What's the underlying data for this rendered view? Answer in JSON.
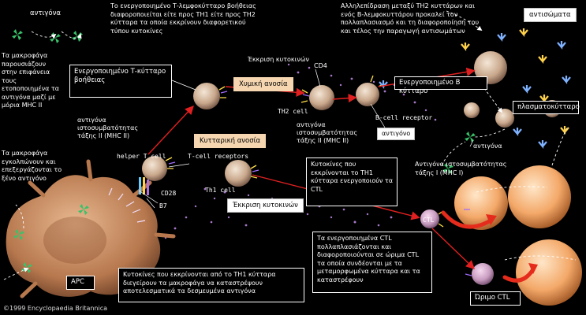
{
  "labels": {
    "antigen_top": "αντιγόνα",
    "antibodies": "αντισώματα",
    "activated_helper_t": "Ενεργοποιημένο Τ-κύτταρο βοήθειας",
    "cytokine_secretion": "Έκκριση κυτοκινών",
    "cd4": "CD4",
    "humoral_immunity": "Χυμική ανοσία",
    "activated_b_cell": "Ενεργοποιημένο Β κύτταρο",
    "plasma_cell": "πλασματοκύτταρο",
    "th2_cell": "TH2 cell",
    "b_cell_receptor": "B-cell receptor",
    "antigen_box": "αντιγόνο",
    "mhc_ii_right": "αντιγόνα ιστοσυμβατότητας τάξης ΙΙ (MHC II)",
    "mhc_ii_left": "αντιγόνα ιστοσυμβατότητας τάξης ΙΙ (MHC II)",
    "cellular_immunity": "Κυτταρική ανοσία",
    "helper_t_cell": "helper T cell",
    "t_cell_receptors": "T-cell receptors",
    "cd28": "CD28",
    "b7": "B7",
    "th1_cell": "Th1 cell",
    "cytokine_secretion_box": "Έκκριση κυτοκινών",
    "antigen_right": "αντιγόνα",
    "mhc_i": "Αντιγόνα ιστοσυμβατότητας τάξης Ι (MHC I)",
    "ctl": "CTL",
    "mature_ctl": "Ώριμο CTL",
    "apc": "APC"
  },
  "descriptions": {
    "helper_differentiation": "Το ενεργοποιημένο Τ-λεμφοκύτταρο βοήθειας διαφοροποιείται είτε προς TH1 είτε προς TH2 κύτταρα τα οποία εκκρίνουν διαφορετικού τύπου κυτοκίνες",
    "th2_b_interaction": "Αλληλεπίδραση μεταξύ TH2 κυττάρων και ενός Β-λεμφοκυττάρου προκαλεί τον πολλαπλασιασμό και τη διαφοροποίηση του και τέλος την παραγωγή αντισωμάτων",
    "macrophage_present": "Τα μακροφάγα παρουσιάζουν στην επιφάνεια τους ετοποποιημένα τα αντιγόνα μαζί με μόρια MHC II",
    "macrophage_engulf": "Τα μακροφάγα εγκολπώνουν και επεξεργάζονται το ξένο αντιγόνο",
    "cytokines_activate_ctl": "Κυτοκίνες που εκκρίνονται το TH1 κύτταρα ενεργοποιούν τα CTL",
    "ctl_proliferate": "Τα ενεργοποιημένα CTL πολλαπλασιάζονται και διαφοροποιούνται σε ώριμα CTL τα οποία συνδέονται με τα μεταμορφωμένα κύτταρα και τα καταστρέφουν",
    "th1_cytokines_macrophages": "Κυτοκίνες που εκκρίνονται από το TH1 κύτταρα διεγείρουν τα μακροφάγα να καταστρέψουν αποτελεσματικά τα δεσμευμένα αντιγόνα"
  },
  "copyright": "©1999 Encyclopaedia Britannica",
  "colors": {
    "background": "#000000",
    "arrow_red": "#e02020",
    "antigen_green": "#39c26a",
    "antibody_blue": "#7fb2ff",
    "antibody_yellow": "#ffd24a",
    "immunity_box": "#f5d6b0",
    "cytokine_purple": "#a678c8"
  }
}
